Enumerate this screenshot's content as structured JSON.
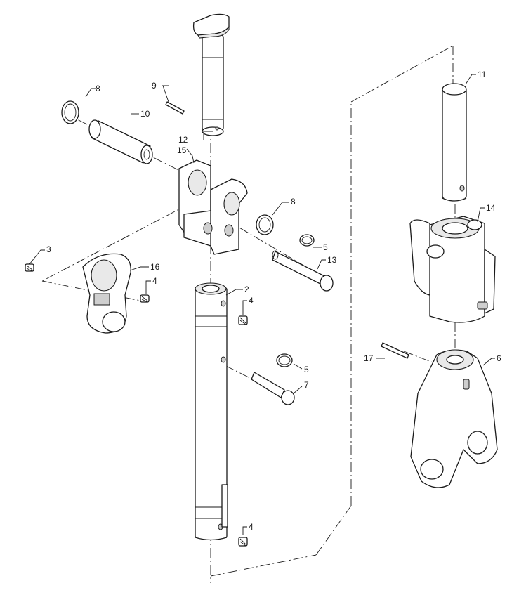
{
  "callouts": {
    "c2": "2",
    "c3": "3",
    "c4a": "4",
    "c4b": "4",
    "c4c": "4",
    "c5a": "5",
    "c5b": "5",
    "c6": "6",
    "c7": "7",
    "c8a": "8",
    "c8b": "8",
    "c9": "9",
    "c10": "10",
    "c11": "11",
    "c12": "12",
    "c13": "13",
    "c14": "14",
    "c15": "15",
    "c16": "16",
    "c17": "17"
  }
}
